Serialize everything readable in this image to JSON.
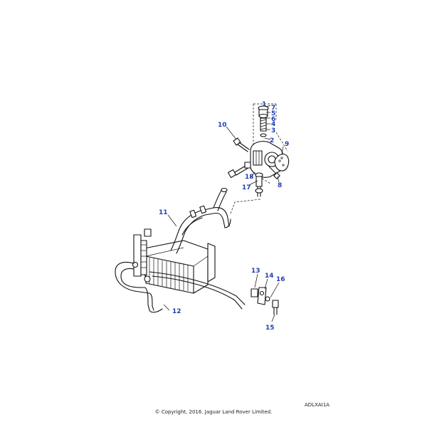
{
  "callouts": {
    "c1": "1",
    "c2": "2",
    "c3": "3",
    "c4": "4",
    "c5": "5",
    "c6": "6",
    "c7": "7",
    "c8": "8",
    "c9": "9",
    "c10": "10",
    "c11": "11",
    "c12": "12",
    "c13": "13",
    "c14": "14",
    "c15": "15",
    "c16": "16",
    "c17": "17",
    "c18": "18"
  },
  "footer": {
    "reference_code": "ADLXAI1A",
    "copyright": "© Copyright, 2016. Jaguar Land Rover Limited."
  },
  "colors": {
    "callout": "#1f3fb0",
    "line_art": "#111111",
    "background": "#ffffff"
  }
}
